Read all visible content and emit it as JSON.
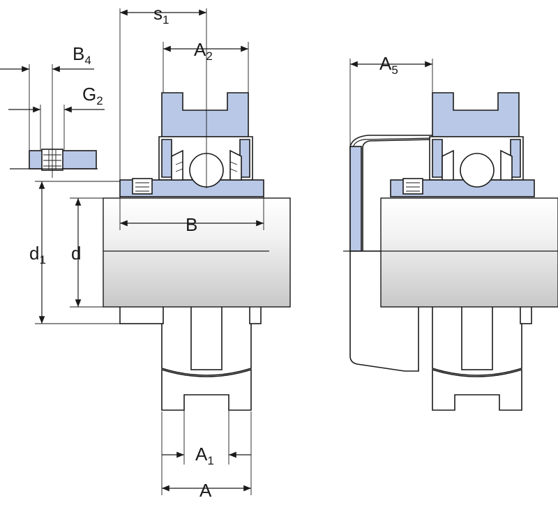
{
  "diagram": {
    "colors": {
      "housing_section": "#b9c8e6",
      "outline": "#1a1a1a",
      "shaft_light": "#ffffff",
      "shaft_dark": "#c8c8c8"
    },
    "dimensions": [
      {
        "id": "s1",
        "main": "s",
        "sub": "1"
      },
      {
        "id": "A2",
        "main": "A",
        "sub": "2"
      },
      {
        "id": "B4",
        "main": "B",
        "sub": "4"
      },
      {
        "id": "G2",
        "main": "G",
        "sub": "2"
      },
      {
        "id": "A5",
        "main": "A",
        "sub": "5"
      },
      {
        "id": "B",
        "main": "B",
        "sub": ""
      },
      {
        "id": "d1",
        "main": "d",
        "sub": "1"
      },
      {
        "id": "d",
        "main": "d",
        "sub": ""
      },
      {
        "id": "A1",
        "main": "A",
        "sub": "1"
      },
      {
        "id": "A",
        "main": "A",
        "sub": ""
      }
    ]
  }
}
